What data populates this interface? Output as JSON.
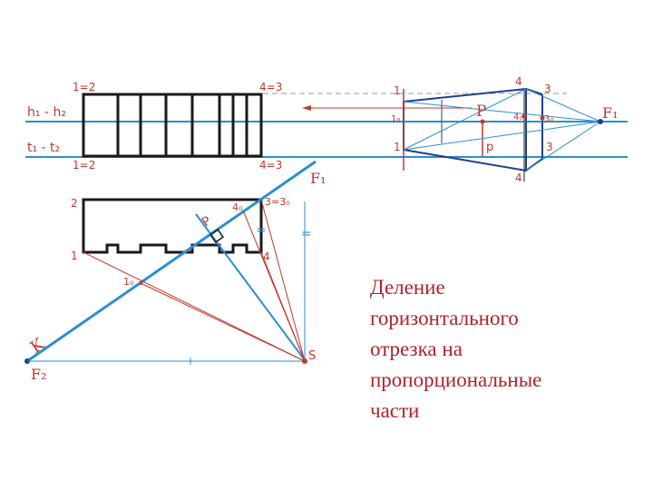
{
  "caption": [
    "Деление",
    "горизонтального",
    "отрезка на",
    "пропорциональные",
    "части"
  ],
  "labels": {
    "top_left": "1=2",
    "top_right": "4=3",
    "h_line": "h₁ - h₂",
    "t_line": "t₁ - t₂",
    "bottom_left": "1=2",
    "bottom_right": "4=3",
    "front_2": "2",
    "front_1": "1",
    "front_4_0": "4₀",
    "front_3_30": "3=3₀",
    "front_4": "4",
    "front_p": "P",
    "front_1_0": "1₀",
    "k_label": "K",
    "f2": "F₂",
    "f1_mid": "F₁",
    "s": "S",
    "persp_1_top": "1",
    "persp_4_top": "4",
    "persp_3_top": "3",
    "persp_P": "P",
    "persp_1_0": "1₀",
    "persp_4_0": "4₀",
    "persp_3_0": "3₀",
    "persp_F1": "F₁",
    "persp_1_bot": "1",
    "persp_p": "p",
    "persp_3_bot": "3",
    "persp_4_bot": "4"
  },
  "colors": {
    "blue": "#2a8fd0",
    "black": "#1a1a1a",
    "red": "#c0392b",
    "dark_blue": "#1f3f8f"
  }
}
